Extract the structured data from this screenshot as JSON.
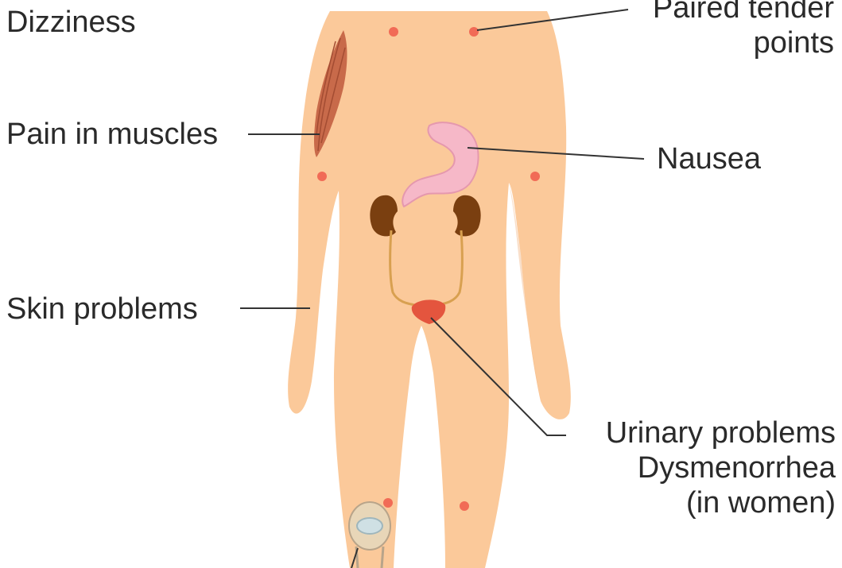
{
  "labels": {
    "dizziness": "Dizziness",
    "paired_tender_line1": "Paired tender",
    "paired_tender_line2": "points",
    "pain_in_muscles": "Pain in muscles",
    "nausea": "Nausea",
    "skin_problems": "Skin problems",
    "urinary_line1": "Urinary problems",
    "urinary_line2": "Dysmenorrhea",
    "urinary_line3": "(in women)"
  },
  "colors": {
    "skin": "#fbc99a",
    "skin_shadow": "#f2b98a",
    "tender_point": "#ef5a4a",
    "kidney": "#7a3f10",
    "stomach": "#f6b8c8",
    "bladder": "#e4553e",
    "muscle": "#c86a4a",
    "leader_line": "#333333",
    "text": "#2a2a2a"
  },
  "icons": [
    "human-body",
    "muscle-icon",
    "stomach-icon",
    "kidney-icon",
    "bladder-icon",
    "knee-joint-icon"
  ]
}
